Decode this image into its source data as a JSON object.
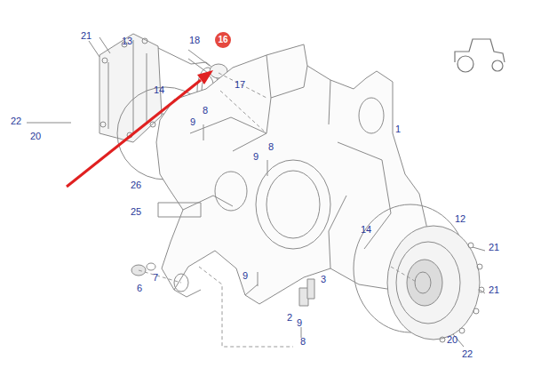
{
  "diagram": {
    "nodes": [
      {
        "text": [
          "16"
        ]
      }
    ],
    "labels": [
      "21",
      "13",
      "18",
      "17",
      "14",
      "22",
      "20",
      "9",
      "8",
      "9",
      "8",
      "1",
      "26",
      "25",
      "12",
      "14",
      "21",
      "7",
      "6",
      "9",
      "3",
      "21",
      "2",
      "9",
      "8",
      "20",
      "22"
    ]
  }
}
